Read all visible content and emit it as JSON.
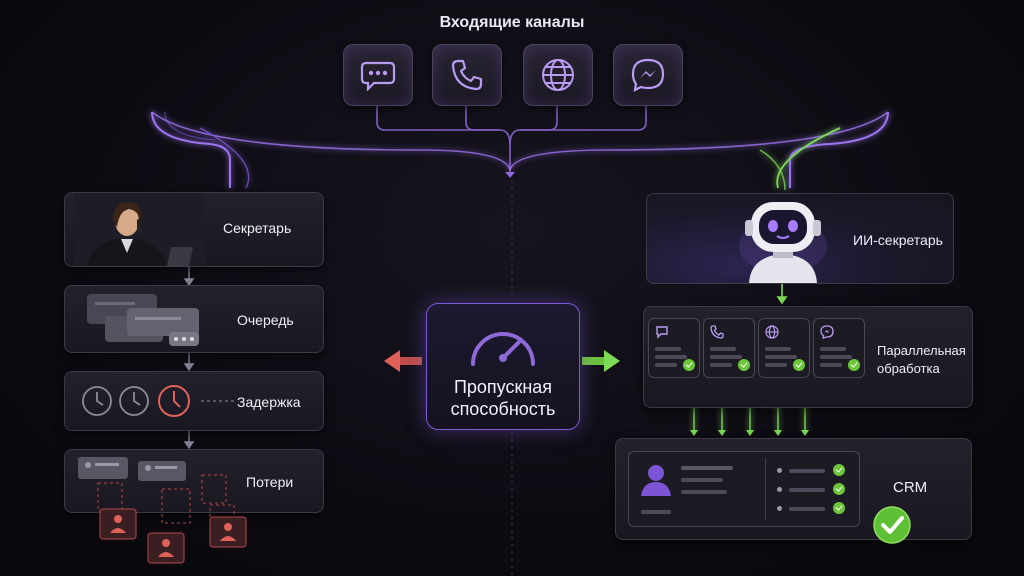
{
  "title": "Входящие каналы",
  "channels": [
    {
      "name": "chat",
      "icon": "chat-bubble-icon"
    },
    {
      "name": "phone",
      "icon": "phone-icon"
    },
    {
      "name": "web",
      "icon": "globe-icon"
    },
    {
      "name": "messenger",
      "icon": "messenger-icon"
    }
  ],
  "left": {
    "secretary": "Секретарь",
    "queue": "Очередь",
    "delay": "Задержка",
    "losses": "Потери"
  },
  "center": {
    "line1": "Пропускная",
    "line2": "способность"
  },
  "right": {
    "ai_secretary": "ИИ-секретарь",
    "parallel_line1": "Параллельная",
    "parallel_line2": "обработка",
    "crm": "CRM"
  },
  "colors": {
    "accent": "#8b5cf6",
    "green": "#7ed957",
    "red": "#e0605a"
  }
}
